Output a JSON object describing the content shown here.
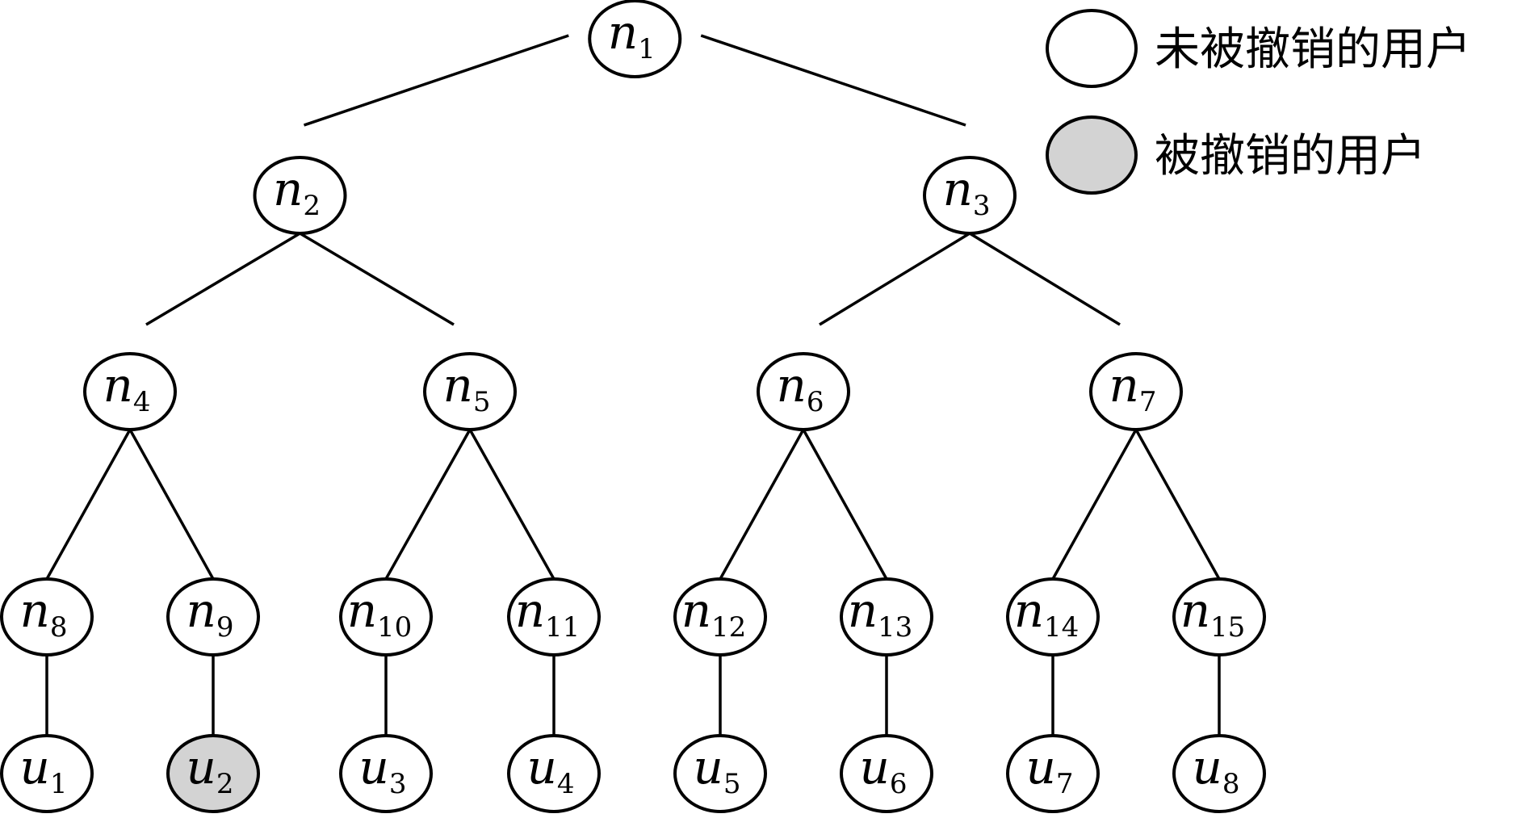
{
  "colors": {
    "stroke": "#000000",
    "node_fill": "#ffffff",
    "revoked_fill": "#d3d3d3"
  },
  "legend": [
    {
      "label": "未被撤销的用户",
      "revoked": false
    },
    {
      "label": "被撤销的用户",
      "revoked": true
    }
  ],
  "nodes": [
    {
      "id": "n1",
      "var": "n",
      "sub": "1",
      "revoked": false
    },
    {
      "id": "n2",
      "var": "n",
      "sub": "2",
      "revoked": false
    },
    {
      "id": "n3",
      "var": "n",
      "sub": "3",
      "revoked": false
    },
    {
      "id": "n4",
      "var": "n",
      "sub": "4",
      "revoked": false
    },
    {
      "id": "n5",
      "var": "n",
      "sub": "5",
      "revoked": false
    },
    {
      "id": "n6",
      "var": "n",
      "sub": "6",
      "revoked": false
    },
    {
      "id": "n7",
      "var": "n",
      "sub": "7",
      "revoked": false
    },
    {
      "id": "n8",
      "var": "n",
      "sub": "8",
      "revoked": false
    },
    {
      "id": "n9",
      "var": "n",
      "sub": "9",
      "revoked": false
    },
    {
      "id": "n10",
      "var": "n",
      "sub": "10",
      "revoked": false
    },
    {
      "id": "n11",
      "var": "n",
      "sub": "11",
      "revoked": false
    },
    {
      "id": "n12",
      "var": "n",
      "sub": "12",
      "revoked": false
    },
    {
      "id": "n13",
      "var": "n",
      "sub": "13",
      "revoked": false
    },
    {
      "id": "n14",
      "var": "n",
      "sub": "14",
      "revoked": false
    },
    {
      "id": "n15",
      "var": "n",
      "sub": "15",
      "revoked": false
    },
    {
      "id": "u1",
      "var": "u",
      "sub": "1",
      "revoked": false
    },
    {
      "id": "u2",
      "var": "u",
      "sub": "2",
      "revoked": true
    },
    {
      "id": "u3",
      "var": "u",
      "sub": "3",
      "revoked": false
    },
    {
      "id": "u4",
      "var": "u",
      "sub": "4",
      "revoked": false
    },
    {
      "id": "u5",
      "var": "u",
      "sub": "5",
      "revoked": false
    },
    {
      "id": "u6",
      "var": "u",
      "sub": "6",
      "revoked": false
    },
    {
      "id": "u7",
      "var": "u",
      "sub": "7",
      "revoked": false
    },
    {
      "id": "u8",
      "var": "u",
      "sub": "8",
      "revoked": false
    }
  ],
  "edges": [
    [
      "n1",
      "n2"
    ],
    [
      "n1",
      "n3"
    ],
    [
      "n2",
      "n4"
    ],
    [
      "n2",
      "n5"
    ],
    [
      "n3",
      "n6"
    ],
    [
      "n3",
      "n7"
    ],
    [
      "n4",
      "n8"
    ],
    [
      "n4",
      "n9"
    ],
    [
      "n5",
      "n10"
    ],
    [
      "n5",
      "n11"
    ],
    [
      "n6",
      "n12"
    ],
    [
      "n6",
      "n13"
    ],
    [
      "n7",
      "n14"
    ],
    [
      "n7",
      "n15"
    ],
    [
      "n8",
      "u1"
    ],
    [
      "n9",
      "u2"
    ],
    [
      "n10",
      "u3"
    ],
    [
      "n11",
      "u4"
    ],
    [
      "n12",
      "u5"
    ],
    [
      "n13",
      "u6"
    ],
    [
      "n14",
      "u7"
    ],
    [
      "n15",
      "u8"
    ]
  ]
}
